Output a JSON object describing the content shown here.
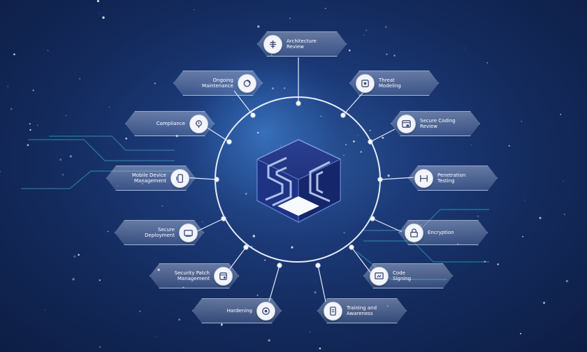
{
  "logo": {
    "text": "SC"
  },
  "items": [
    {
      "id": "architecture-review",
      "label": "Architecture\nReview",
      "icon": "architecture-icon"
    },
    {
      "id": "threat-modeling",
      "label": "Threat\nModeling",
      "icon": "threat-icon"
    },
    {
      "id": "secure-coding-review",
      "label": "Secure Coding\nReview",
      "icon": "code-review-icon"
    },
    {
      "id": "penetration-testing",
      "label": "Penetration\nTesting",
      "icon": "pentest-icon"
    },
    {
      "id": "encryption",
      "label": "Encryption",
      "icon": "encryption-icon"
    },
    {
      "id": "code-signing",
      "label": "Code\nSigning",
      "icon": "code-signing-icon"
    },
    {
      "id": "training-and-awareness",
      "label": "Training and\nAwareness",
      "icon": "training-icon"
    },
    {
      "id": "hardening",
      "label": "Hardening",
      "icon": "hardening-icon"
    },
    {
      "id": "security-patch-management",
      "label": "Security Patch\nManagement",
      "icon": "patch-icon"
    },
    {
      "id": "secure-deployment",
      "label": "Secure\nDeployment",
      "icon": "deployment-icon"
    },
    {
      "id": "mobile-device-management",
      "label": "Mobile Device\nManagement",
      "icon": "mobile-device-icon"
    },
    {
      "id": "compliance",
      "label": "Compliance",
      "icon": "compliance-icon"
    },
    {
      "id": "ongoing-maintenance",
      "label": "Ongoing\nMaintenance",
      "icon": "maintenance-icon"
    }
  ],
  "colors": {
    "background": "#132a5c",
    "ring": "#e6edf8",
    "logo_fill": "#1b2f7a",
    "logo_stroke": "#7f9ae0",
    "circuit": "#3fb4c8"
  }
}
